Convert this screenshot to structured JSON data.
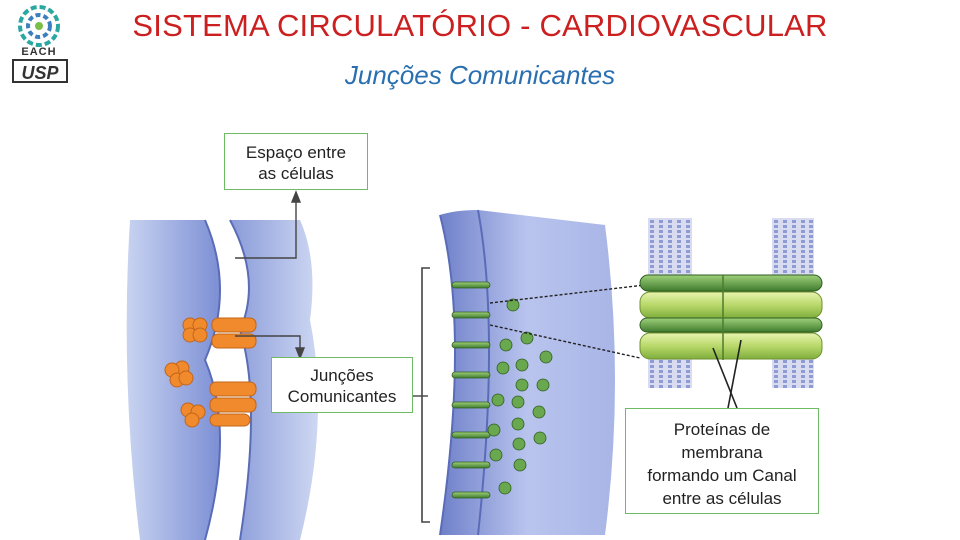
{
  "header": {
    "title": "SISTEMA CIRCULATÓRIO - CARDIOVASCULAR",
    "subtitle": "Junções Comunicantes"
  },
  "logo": {
    "name": "each-usp-logo",
    "text_each": "EACH",
    "text_usp": "USP"
  },
  "labels": {
    "space_between_cells": [
      "Espaço entre",
      "as células"
    ],
    "gap_junctions": [
      "Junções",
      "Comunicantes"
    ],
    "membrane_proteins": [
      "Proteínas de",
      "membrana",
      "formando um Canal",
      "entre as células"
    ]
  },
  "colors": {
    "title": "#cc1f1f",
    "subtitle": "#2a6fb0",
    "box_border": "#6dbb63",
    "cell_blue": "#8f9fd8",
    "protein_orange": "#f08a2c",
    "connexon_green": "#6aa84f",
    "channel_lightgreen": "#cfe58a"
  }
}
